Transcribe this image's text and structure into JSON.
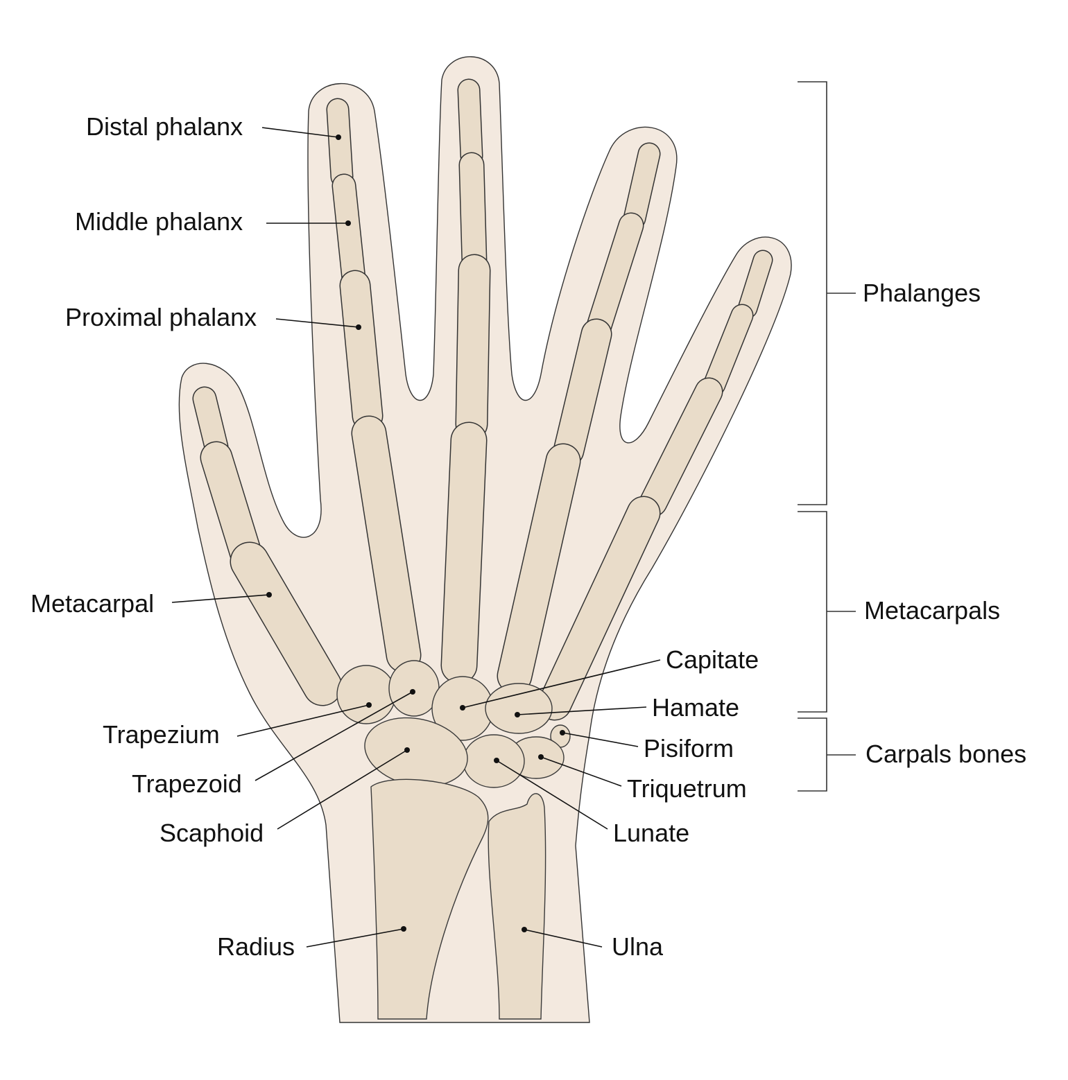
{
  "labels": {
    "distal_phalanx": "Distal phalanx",
    "middle_phalanx": "Middle phalanx",
    "proximal_phalanx": "Proximal phalanx",
    "metacarpal": "Metacarpal",
    "trapezium": "Trapezium",
    "trapezoid": "Trapezoid",
    "scaphoid": "Scaphoid",
    "radius": "Radius",
    "capitate": "Capitate",
    "hamate": "Hamate",
    "pisiform": "Pisiform",
    "triquetrum": "Triquetrum",
    "lunate": "Lunate",
    "ulna": "Ulna"
  },
  "groups": {
    "phalanges": "Phalanges",
    "metacarpals": "Metacarpals",
    "carpals": "Carpals bones"
  },
  "colors": {
    "skin": "#f3e9df",
    "bone": "#e9dcc9",
    "outline": "#333333"
  }
}
